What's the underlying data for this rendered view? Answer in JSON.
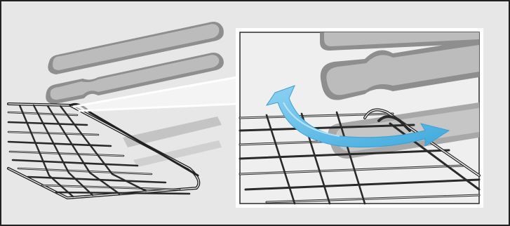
{
  "figure": {
    "subject": "oven-rack-insertion-into-shelf-runners",
    "panels": [
      "overview",
      "detail-magnified"
    ],
    "arrow": "curved-rotate-and-slide"
  },
  "colors": {
    "background": "#e7e7e7",
    "inset_background": "#eeeeee",
    "frame": "#222222",
    "runner_fill": "#b9b9b9",
    "runner_edge": "#8e8e8e",
    "wire": "#2a2a2a",
    "wire_highlight": "#ffffff",
    "arrow_fill": "#4fb3e3",
    "arrow_light": "#8dd2f2",
    "callout": "#ffffff"
  }
}
